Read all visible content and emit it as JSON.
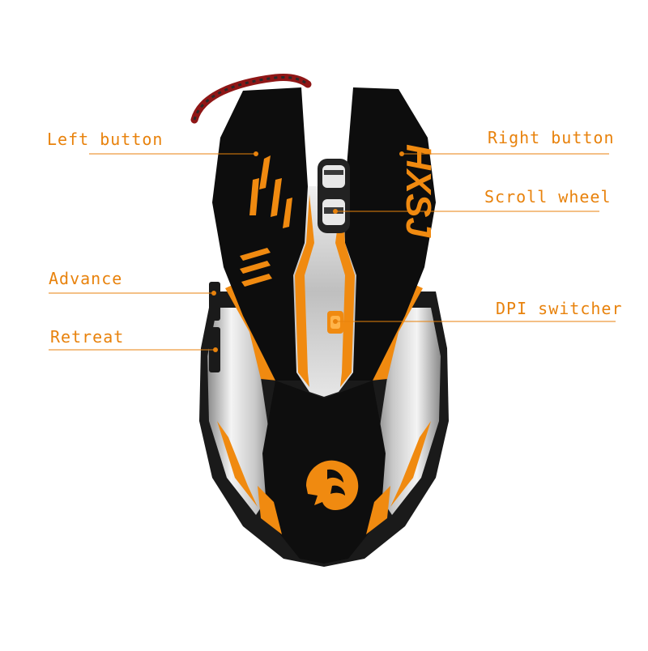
{
  "labels": {
    "left_button": "Left button",
    "advance": "Advance",
    "retreat": "Retreat",
    "right_button": "Right button",
    "scroll_wheel": "Scroll wheel",
    "dpi_switcher": "DPI switcher"
  },
  "logo_text": "HXSJ",
  "colors": {
    "accent": "#e8820c",
    "shell": "#0d0d0d",
    "silver": "#d7d7d7",
    "cable": "#a01818"
  }
}
